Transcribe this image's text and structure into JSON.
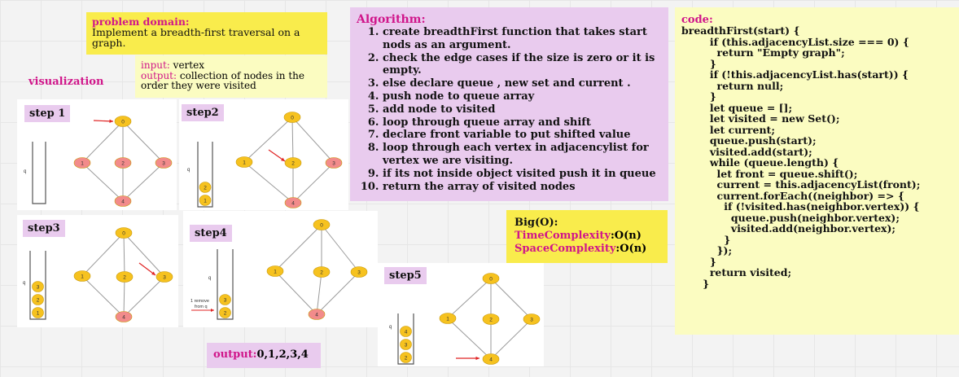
{
  "problem": {
    "title": "problem domain:",
    "text": "Implement a breadth-first traversal on a graph."
  },
  "io": {
    "input_label": "input:",
    "input_value": " vertex",
    "output_label": "output:",
    "output_value": " collection of nodes in the order they were visited"
  },
  "visualization_label": "visualization",
  "algorithm": {
    "title": "Algorithm:",
    "steps": [
      "create breadthFirst function that takes start nods as an argument.",
      "check the edge cases if the size is zero or it is empty.",
      "else declare  queue , new set and current .",
      "push node to queue array",
      "add node to visited",
      "loop through queue array and shift",
      "declare front variable to put shifted value",
      "loop through each vertex in adjacencylist for vertex we are visiting.",
      "if its not inside object visited push it in queue",
      "return the array of visited nodes"
    ]
  },
  "bigo": {
    "title": "Big(O):",
    "time_label": "TimeComplexity",
    "time_value": ":O(n)",
    "space_label": "SpaceComplexity",
    "space_value": ":O(n)"
  },
  "code": {
    "title": "code:",
    "lines": [
      "breadthFirst(start) {",
      "        if (this.adjacencyList.size === 0) {",
      "          return \"Empty graph\";",
      "        }",
      "        if (!this.adjacencyList.has(start)) {",
      "          return null;",
      "        }",
      "        let queue = [];",
      "        let visited = new Set();",
      "        let current;",
      "        queue.push(start);",
      "        visited.add(start);",
      "        while (queue.length) {",
      "          let front = queue.shift();",
      "          current = this.adjacencyList(front);",
      "          current.forEach((neighbor) => {",
      "            if (!visited.has(neighbor.vertex)) {",
      "              queue.push(neighbor.vertex);",
      "              visited.add(neighbor.vertex);",
      "            }",
      "          });",
      "        }",
      "        return visited;",
      "      }"
    ]
  },
  "output_result": {
    "label": "output:",
    "value": "0,1,2,3,4"
  },
  "colors": {
    "red_node": "#f28b8b",
    "yellow_node": "#f6c21f",
    "arrow": "#e02424",
    "accent_pink": "#d0168a"
  },
  "steps": [
    {
      "label": "step 1",
      "queue_label": "q",
      "queue": [],
      "nodes": [
        {
          "id": "0",
          "color": "yellow"
        },
        {
          "id": "1",
          "color": "red"
        },
        {
          "id": "2",
          "color": "red"
        },
        {
          "id": "3",
          "color": "red"
        },
        {
          "id": "4",
          "color": "red"
        }
      ]
    },
    {
      "label": "step2",
      "queue_label": "q",
      "queue": [
        "1",
        "2"
      ],
      "nodes": [
        {
          "id": "0",
          "color": "yellow"
        },
        {
          "id": "1",
          "color": "yellow"
        },
        {
          "id": "2",
          "color": "yellow"
        },
        {
          "id": "3",
          "color": "red"
        },
        {
          "id": "4",
          "color": "red"
        }
      ]
    },
    {
      "label": "step3",
      "queue_label": "q",
      "queue": [
        "1",
        "2",
        "3"
      ],
      "nodes": [
        {
          "id": "0",
          "color": "yellow"
        },
        {
          "id": "1",
          "color": "yellow"
        },
        {
          "id": "2",
          "color": "yellow"
        },
        {
          "id": "3",
          "color": "yellow"
        },
        {
          "id": "4",
          "color": "red"
        }
      ]
    },
    {
      "label": "step4",
      "queue_label": "q",
      "queue": [
        "2",
        "3"
      ],
      "note": "1 remove from q",
      "nodes": [
        {
          "id": "0",
          "color": "yellow"
        },
        {
          "id": "1",
          "color": "yellow"
        },
        {
          "id": "2",
          "color": "yellow"
        },
        {
          "id": "3",
          "color": "yellow"
        },
        {
          "id": "4",
          "color": "red"
        }
      ]
    },
    {
      "label": "step5",
      "queue_label": "q",
      "queue": [
        "2",
        "3",
        "4"
      ],
      "nodes": [
        {
          "id": "0",
          "color": "yellow"
        },
        {
          "id": "1",
          "color": "yellow"
        },
        {
          "id": "2",
          "color": "yellow"
        },
        {
          "id": "3",
          "color": "yellow"
        },
        {
          "id": "4",
          "color": "yellow"
        }
      ]
    }
  ]
}
